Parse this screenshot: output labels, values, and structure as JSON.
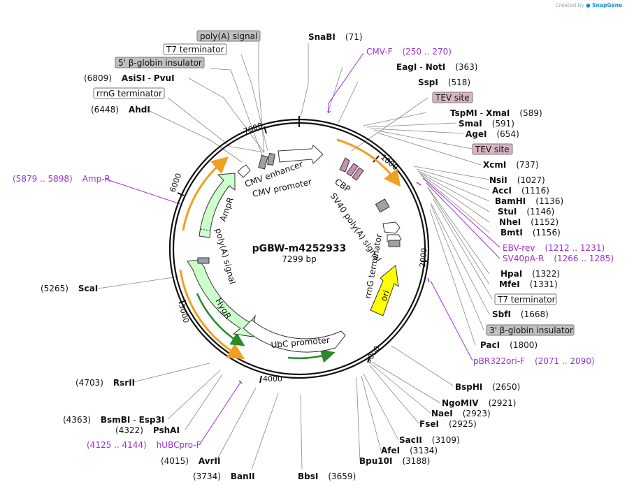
{
  "credit": {
    "prefix": "Created by",
    "brand": "SnapGene"
  },
  "plasmid": {
    "name": "pGBW-m4252933",
    "size": "7299 bp",
    "length": 7299
  },
  "colors": {
    "backbone": "#111111",
    "orange_arrow": "#f0a020",
    "green_fill": "#ccffcc",
    "green_dark": "#2a8a2a",
    "ori_yellow": "#ffff00",
    "primer": "#9b30d9",
    "misc_gray": "#c0c0c0",
    "tev_pink": "#d8b4c4",
    "cbp_pink": "#c890b0",
    "term_gray": "#a0a0a8"
  },
  "ticks": [
    "1000",
    "2000",
    "3000",
    "4000",
    "5000",
    "6000",
    "7000"
  ],
  "features": [
    {
      "label": "CMV enhancer"
    },
    {
      "label": "CMV promoter"
    },
    {
      "label": "CBP"
    },
    {
      "label": "SV40 poly(A) signal"
    },
    {
      "label": "rrnG terminator"
    },
    {
      "label": "ori"
    },
    {
      "label": "UbC promoter"
    },
    {
      "label": "HygR"
    },
    {
      "label": "poly(A) signal"
    },
    {
      "label": "AmpR"
    }
  ],
  "sites": [
    {
      "name": "SnaBI",
      "pos": "(71)"
    },
    {
      "name": "EagI",
      "name2": "NotI",
      "pos": "(363)"
    },
    {
      "name": "SspI",
      "pos": "(518)"
    },
    {
      "name": "TspMI",
      "name2": "XmaI",
      "pos": "(589)"
    },
    {
      "name": "SmaI",
      "pos": "(591)"
    },
    {
      "name": "AgeI",
      "pos": "(654)"
    },
    {
      "name": "XcmI",
      "pos": "(737)"
    },
    {
      "name": "NsiI",
      "pos": "(1027)"
    },
    {
      "name": "AccI",
      "pos": "(1116)"
    },
    {
      "name": "BamHI",
      "pos": "(1136)"
    },
    {
      "name": "StuI",
      "pos": "(1146)"
    },
    {
      "name": "NheI",
      "pos": "(1152)"
    },
    {
      "name": "BmtI",
      "pos": "(1156)"
    },
    {
      "name": "HpaI",
      "pos": "(1322)"
    },
    {
      "name": "MfeI",
      "pos": "(1331)"
    },
    {
      "name": "SbfI",
      "pos": "(1668)"
    },
    {
      "name": "PacI",
      "pos": "(1800)"
    },
    {
      "name": "BspHI",
      "pos": "(2650)"
    },
    {
      "name": "NgoMIV",
      "pos": "(2921)"
    },
    {
      "name": "NaeI",
      "pos": "(2923)"
    },
    {
      "name": "FseI",
      "pos": "(2925)"
    },
    {
      "name": "SacII",
      "pos": "(3109)"
    },
    {
      "name": "AfeI",
      "pos": "(3134)"
    },
    {
      "name": "Bpu10I",
      "pos": "(3188)"
    },
    {
      "name": "BbsI",
      "pos": "(3659)"
    },
    {
      "name": "BanII",
      "pos": "(3734)"
    },
    {
      "name": "AvrII",
      "pos": "(4015)"
    },
    {
      "name": "PshAI",
      "pos": "(4322)"
    },
    {
      "name": "BsmBI",
      "name2": "Esp3I",
      "pos": "(4363)"
    },
    {
      "name": "RsrII",
      "pos": "(4703)"
    },
    {
      "name": "ScaI",
      "pos": "(5265)"
    },
    {
      "name": "AhdI",
      "pos": "(6448)"
    },
    {
      "name": "AsiSI",
      "name2": "PvuI",
      "pos": "(6809)"
    }
  ],
  "boxes": [
    {
      "label": "poly(A) signal"
    },
    {
      "label": "T7 terminator"
    },
    {
      "label": "5' β-globin insulator"
    },
    {
      "label": "rrnG terminator"
    },
    {
      "label": "TEV site"
    },
    {
      "label": "TEV site"
    },
    {
      "label": "T7 terminator"
    },
    {
      "label": "3' β-globin insulator"
    }
  ],
  "primers": [
    {
      "name": "CMV-F",
      "range": "(250 .. 270)"
    },
    {
      "name": "EBV-rev",
      "range": "(1212 .. 1231)"
    },
    {
      "name": "SV40pA-R",
      "range": "(1266 .. 1285)"
    },
    {
      "name": "pBR322ori-F",
      "range": "(2071 .. 2090)"
    },
    {
      "name": "hUBCpro-F",
      "range": "(4125 .. 4144)"
    },
    {
      "name": "Amp-R",
      "range": "(5879 .. 5898)"
    }
  ]
}
